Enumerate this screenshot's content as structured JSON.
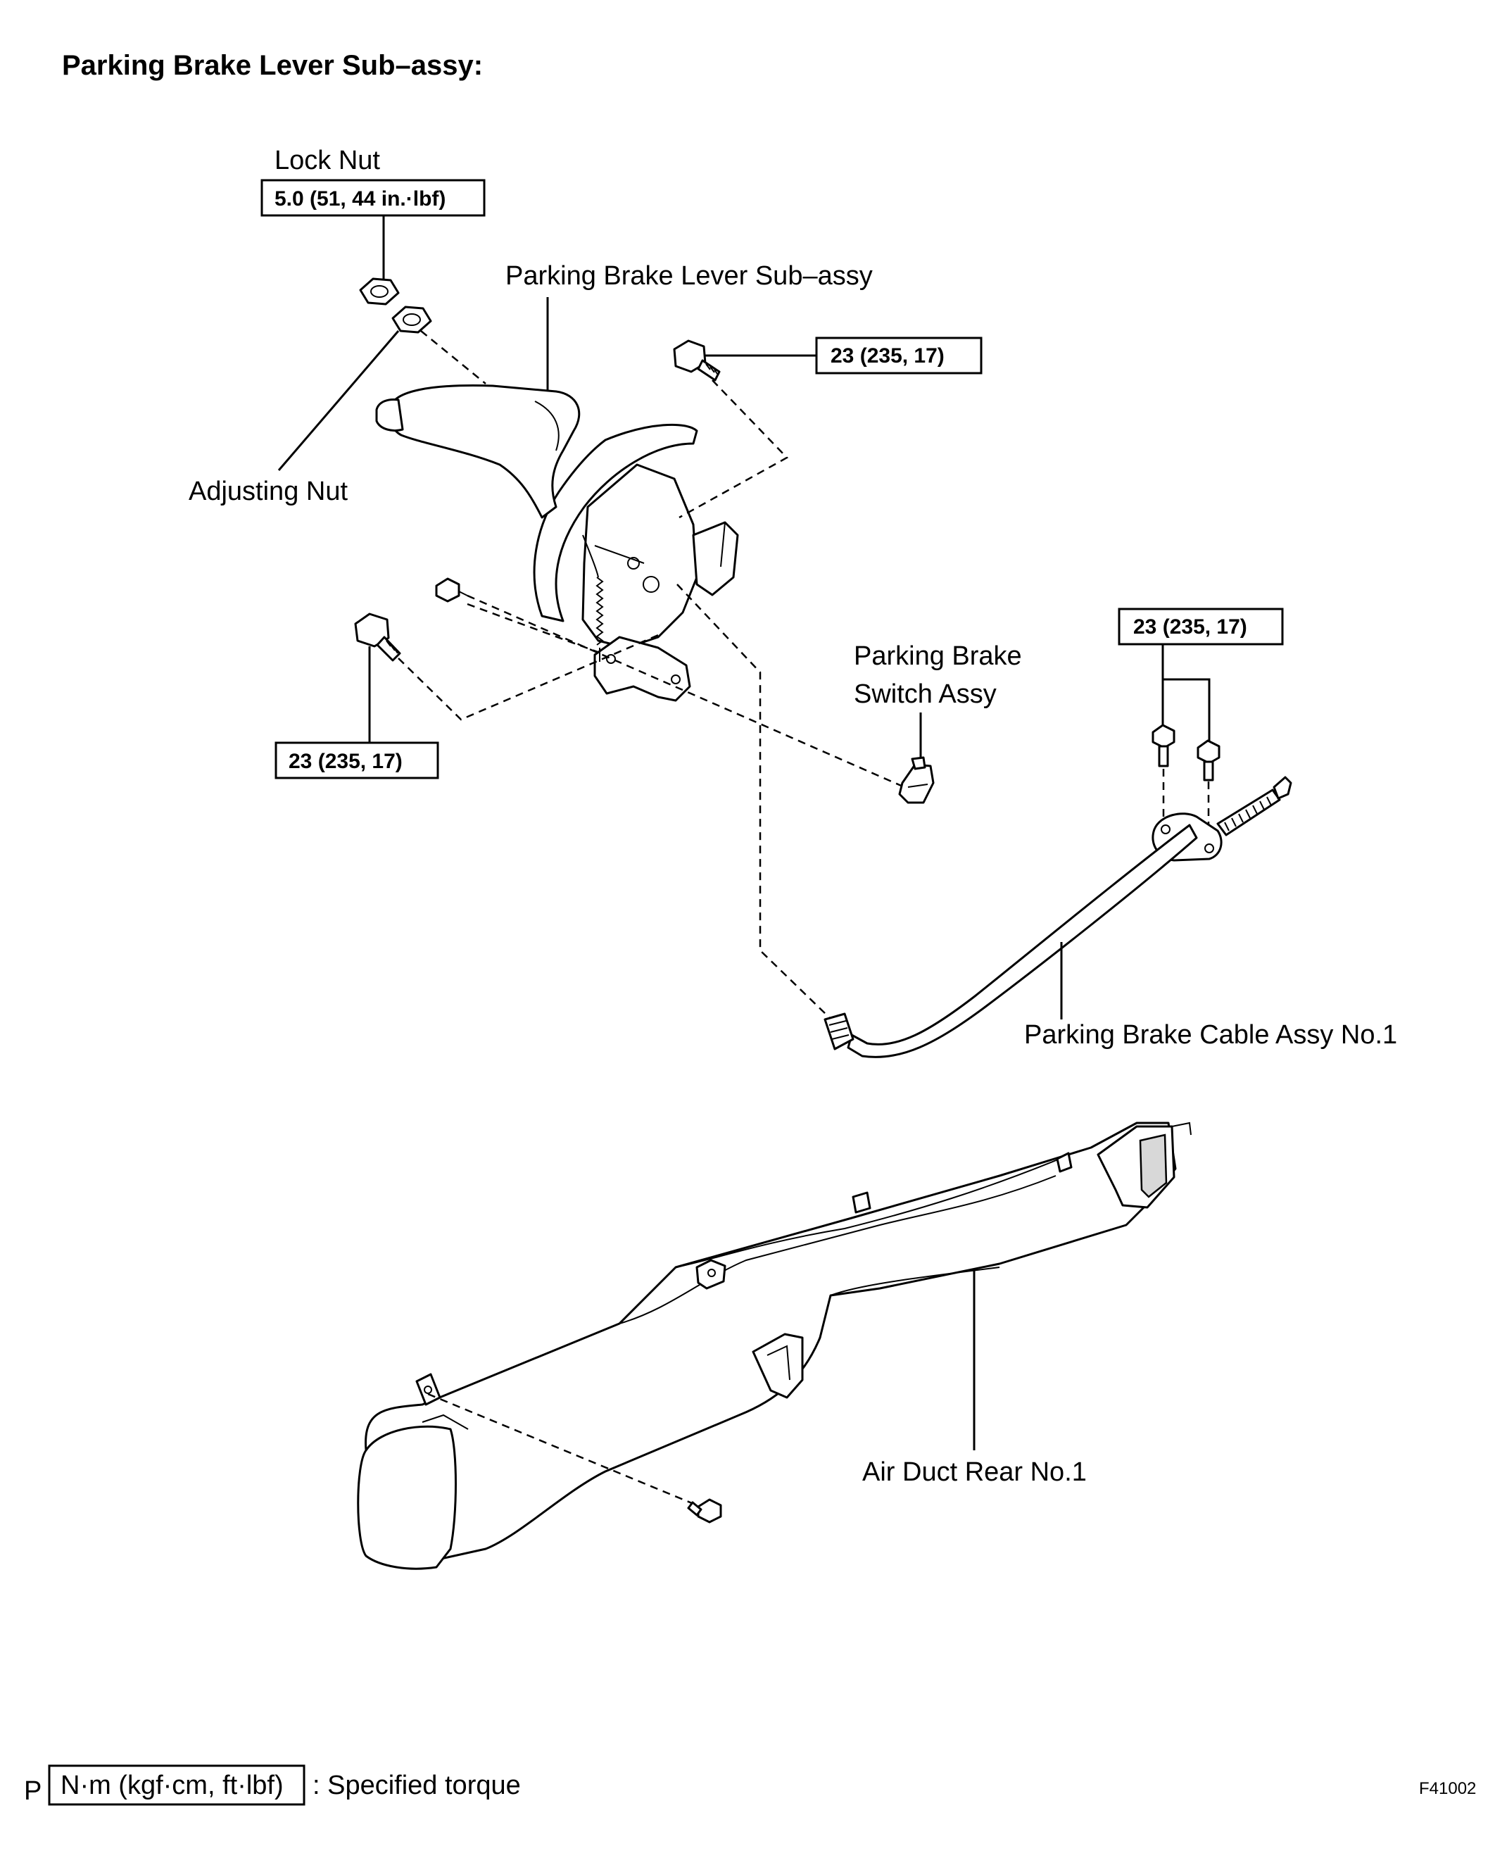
{
  "title": "Parking Brake Lever Sub–assy:",
  "labels": {
    "lock_nut": "Lock Nut",
    "lever_sub_assy": "Parking Brake Lever Sub–assy",
    "adjusting_nut": "Adjusting Nut",
    "switch_line1": "Parking Brake",
    "switch_line2": "Switch Assy",
    "cable_assy": "Parking Brake Cable Assy No.1",
    "air_duct": "Air Duct Rear No.1"
  },
  "torques": {
    "lock_nut": "5.0 (51, 44 in.·lbf)",
    "top_bolt": "23 (235, 17)",
    "left_bolt": "23 (235, 17)",
    "cable_bolts": "23 (235, 17)"
  },
  "legend": {
    "units": "N·m (kgf·cm, ft·lbf)",
    "text": ": Specified torque",
    "prefix": "P"
  },
  "figure_id": "F41002"
}
